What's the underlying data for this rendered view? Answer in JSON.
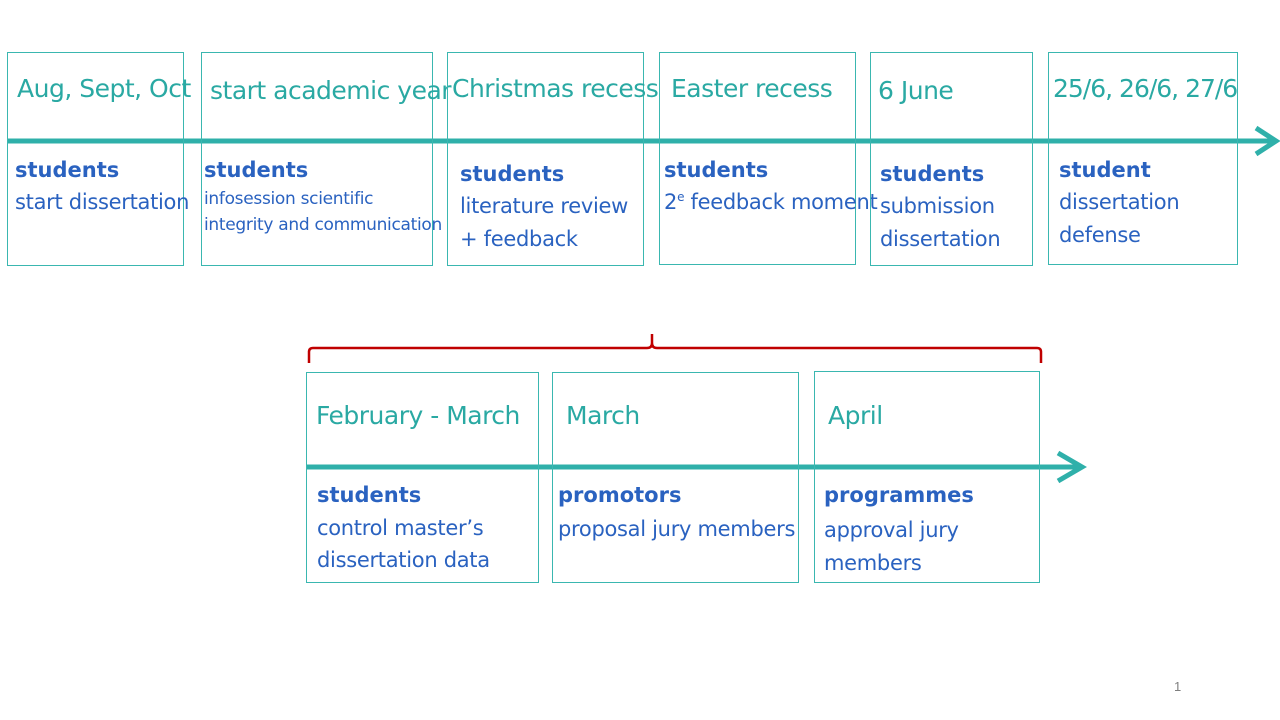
{
  "top_timeline": [
    {
      "date": "Aug, Sept, Oct",
      "role": "students",
      "lines": [
        "start dissertation"
      ]
    },
    {
      "date": "start academic year",
      "role": "students",
      "lines": [
        "infosession scientific",
        "integrity and communication"
      ]
    },
    {
      "date": "Christmas recess",
      "role": "students",
      "lines": [
        "literature review",
        "+ feedback"
      ]
    },
    {
      "date": "Easter recess",
      "role": "students",
      "lines": [
        "2",
        "e",
        " feedback moment"
      ]
    },
    {
      "date": "6 June",
      "role": "students",
      "lines": [
        "submission",
        "dissertation"
      ]
    },
    {
      "date": "25/6, 26/6, 27/6",
      "role": "student",
      "lines": [
        "dissertation",
        "defense"
      ]
    }
  ],
  "bottom_timeline": [
    {
      "date": "February - March",
      "role": "students",
      "lines": [
        "control master’s",
        "dissertation data"
      ]
    },
    {
      "date": "March",
      "role": "promotors",
      "lines": [
        "proposal jury members"
      ]
    },
    {
      "date": "April",
      "role": "programmes",
      "lines": [
        "approval jury",
        "members"
      ]
    }
  ],
  "page_number": "1",
  "colors": {
    "accent": "#2aa9a3",
    "text_blue": "#2a62c0",
    "bracket": "#c00000"
  }
}
